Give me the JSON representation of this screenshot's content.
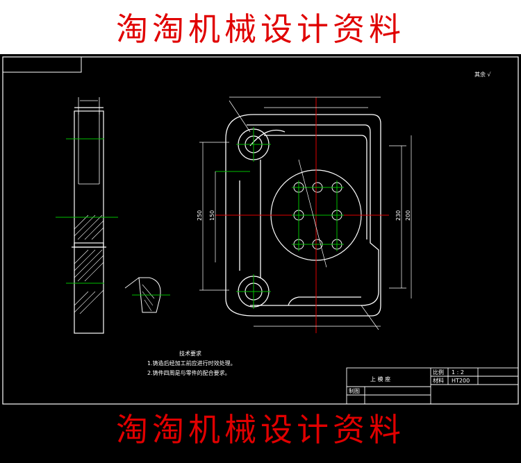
{
  "banner": {
    "text": "淘淘机械设计资料",
    "color": "#e00000"
  },
  "drawing": {
    "roughness_note": "其余 √",
    "dims": {
      "d250": "250",
      "d150": "150",
      "d200": "200",
      "d230": "230"
    },
    "tech_requirements": {
      "title": "技术要求",
      "items": [
        "1.铸造后经加工前应进行时效处理。",
        "2.铸件四周是与零件的配合要求。"
      ]
    },
    "title_block": {
      "part_name": "上 模 座",
      "scale_label": "比例",
      "scale_value": "1 : 2",
      "material_label": "材料",
      "material_value": "HT200",
      "drawn_label": "制图"
    }
  }
}
